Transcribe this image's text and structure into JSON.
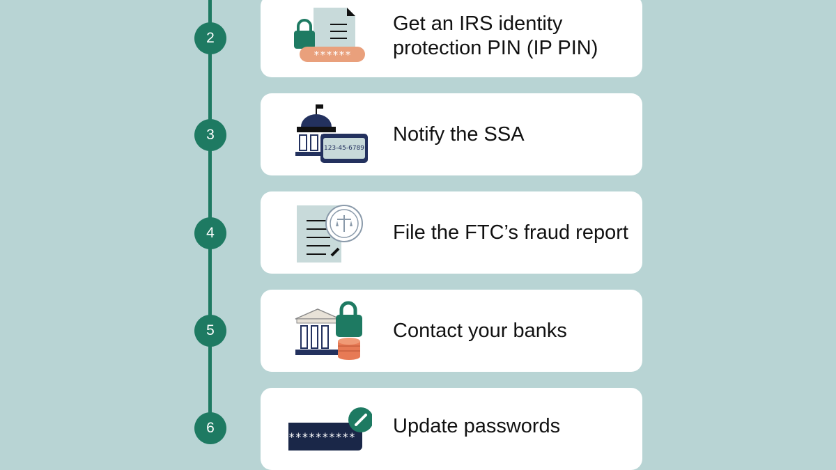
{
  "steps": [
    {
      "number": "2",
      "label": "Get an IRS identity protection PIN (IP PIN)",
      "icon": "locked-document-pin-icon",
      "pin_mask": "******"
    },
    {
      "number": "3",
      "label": "Notify the SSA",
      "icon": "government-building-ssn-card-icon",
      "card_number": "123-45-6789"
    },
    {
      "number": "4",
      "label": "File the FTC’s fraud report",
      "icon": "document-with-seal-icon"
    },
    {
      "number": "5",
      "label": "Contact your banks",
      "icon": "bank-lock-coins-icon"
    },
    {
      "number": "6",
      "label": "Update passwords",
      "icon": "password-field-edit-icon",
      "password_mask": "**********"
    }
  ],
  "colors": {
    "background": "#b8d4d4",
    "accent": "#1e7a62",
    "card": "#ffffff",
    "navy": "#23315e",
    "orange": "#e9a07c"
  }
}
